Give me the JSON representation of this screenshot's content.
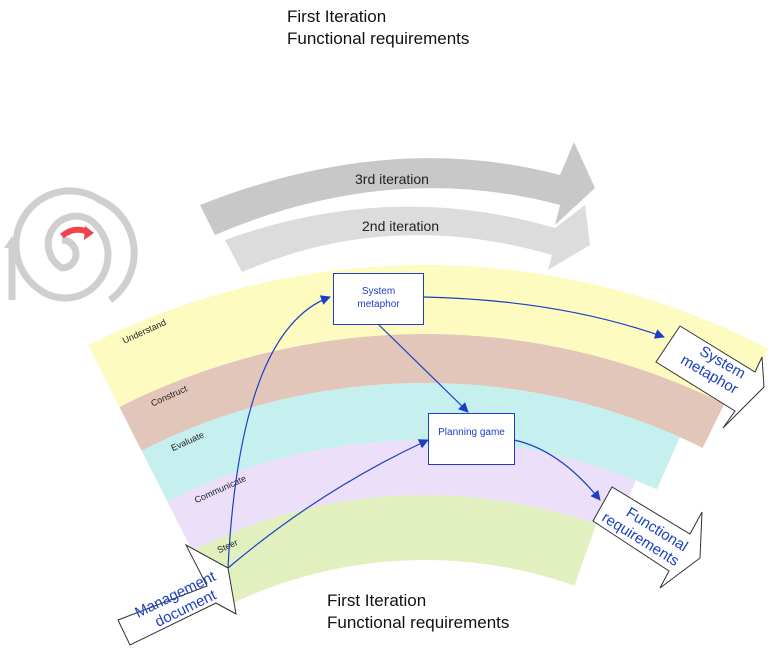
{
  "top_title": {
    "line1": "First Iteration",
    "line2": "Functional requirements"
  },
  "bottom_title": {
    "line1": "First Iteration",
    "line2": "Functional requirements"
  },
  "iterations": [
    {
      "label": "3rd iteration",
      "color": "#c8c8c8"
    },
    {
      "label": "2nd iteration",
      "color": "#dcdcdc"
    }
  ],
  "bands": [
    {
      "label": "Understand",
      "color": "#fdfbbf"
    },
    {
      "label": "Construct",
      "color": "#e2c6b9"
    },
    {
      "label": "Evaluate",
      "color": "#c6eff0"
    },
    {
      "label": "Communicate",
      "color": "#ecdffa"
    },
    {
      "label": "Steer",
      "color": "#e2efbf"
    }
  ],
  "nodes": {
    "system_metaphor": {
      "line1": "System",
      "line2": "metaphor"
    },
    "planning_game": {
      "label": "Planning game"
    }
  },
  "callouts": {
    "management_document": {
      "line1": "Management",
      "line2": "document"
    },
    "system_metaphor": {
      "line1": "System",
      "line2": "metaphor"
    },
    "functional_requirements": {
      "line1": "Functional",
      "line2": "requirements"
    }
  },
  "colors": {
    "accent": "#1b3fc4",
    "spiral": "#c8c8c8",
    "spiral_arrow": "#f0444c"
  }
}
